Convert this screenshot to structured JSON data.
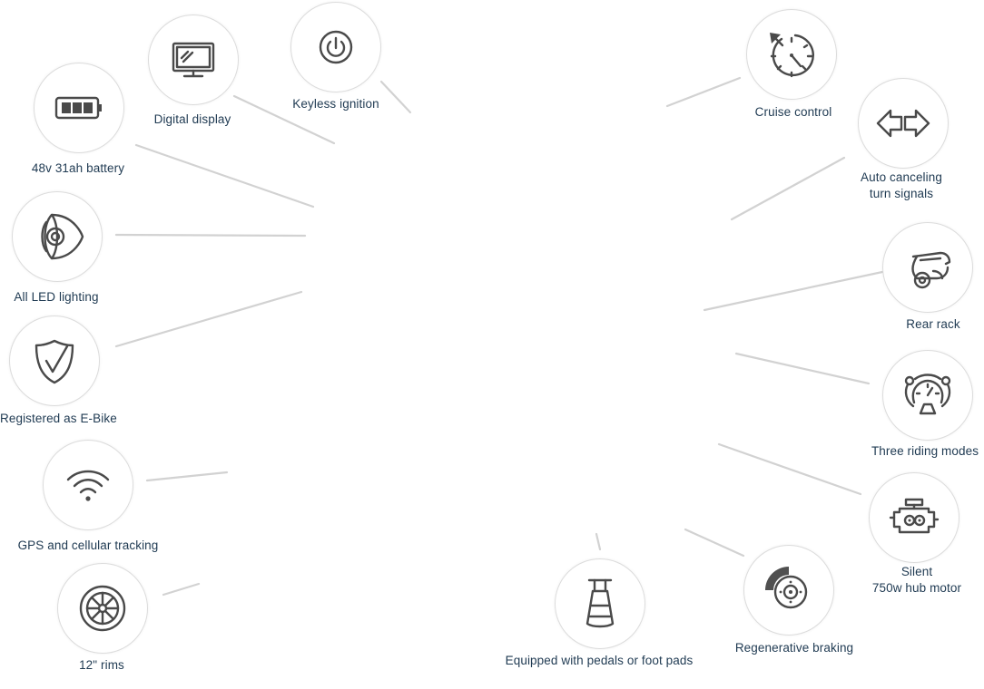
{
  "features": [
    {
      "label": "Digital display",
      "icon": "monitor-icon"
    },
    {
      "label": "Keyless ignition",
      "icon": "power-icon"
    },
    {
      "label": "48v 31ah battery",
      "icon": "battery-icon"
    },
    {
      "label": "All LED lighting",
      "icon": "headlight-icon"
    },
    {
      "label": "Registered as E-Bike",
      "icon": "shield-check-icon"
    },
    {
      "label": "GPS and cellular tracking",
      "icon": "wifi-icon"
    },
    {
      "label": "12\" rims",
      "icon": "wheel-icon"
    },
    {
      "label": "Cruise control",
      "icon": "speedometer-icon"
    },
    {
      "label": "Auto canceling",
      "label2": "turn signals",
      "icon": "turn-arrows-icon"
    },
    {
      "label": "Rear rack",
      "icon": "scooter-icon"
    },
    {
      "label": "Three riding modes",
      "icon": "mode-dial-icon"
    },
    {
      "label": "Silent",
      "label2": "750w hub motor",
      "icon": "motor-icon"
    },
    {
      "label": "Regenerative braking",
      "icon": "disc-brake-icon"
    },
    {
      "label": "Equipped with pedals or foot pads",
      "icon": "pedal-icon"
    }
  ],
  "colors": {
    "text": "#1f3a52",
    "icon": "#4a4a4a",
    "connector": "#d2d2d2",
    "circle_border": "#dcdcdc"
  }
}
